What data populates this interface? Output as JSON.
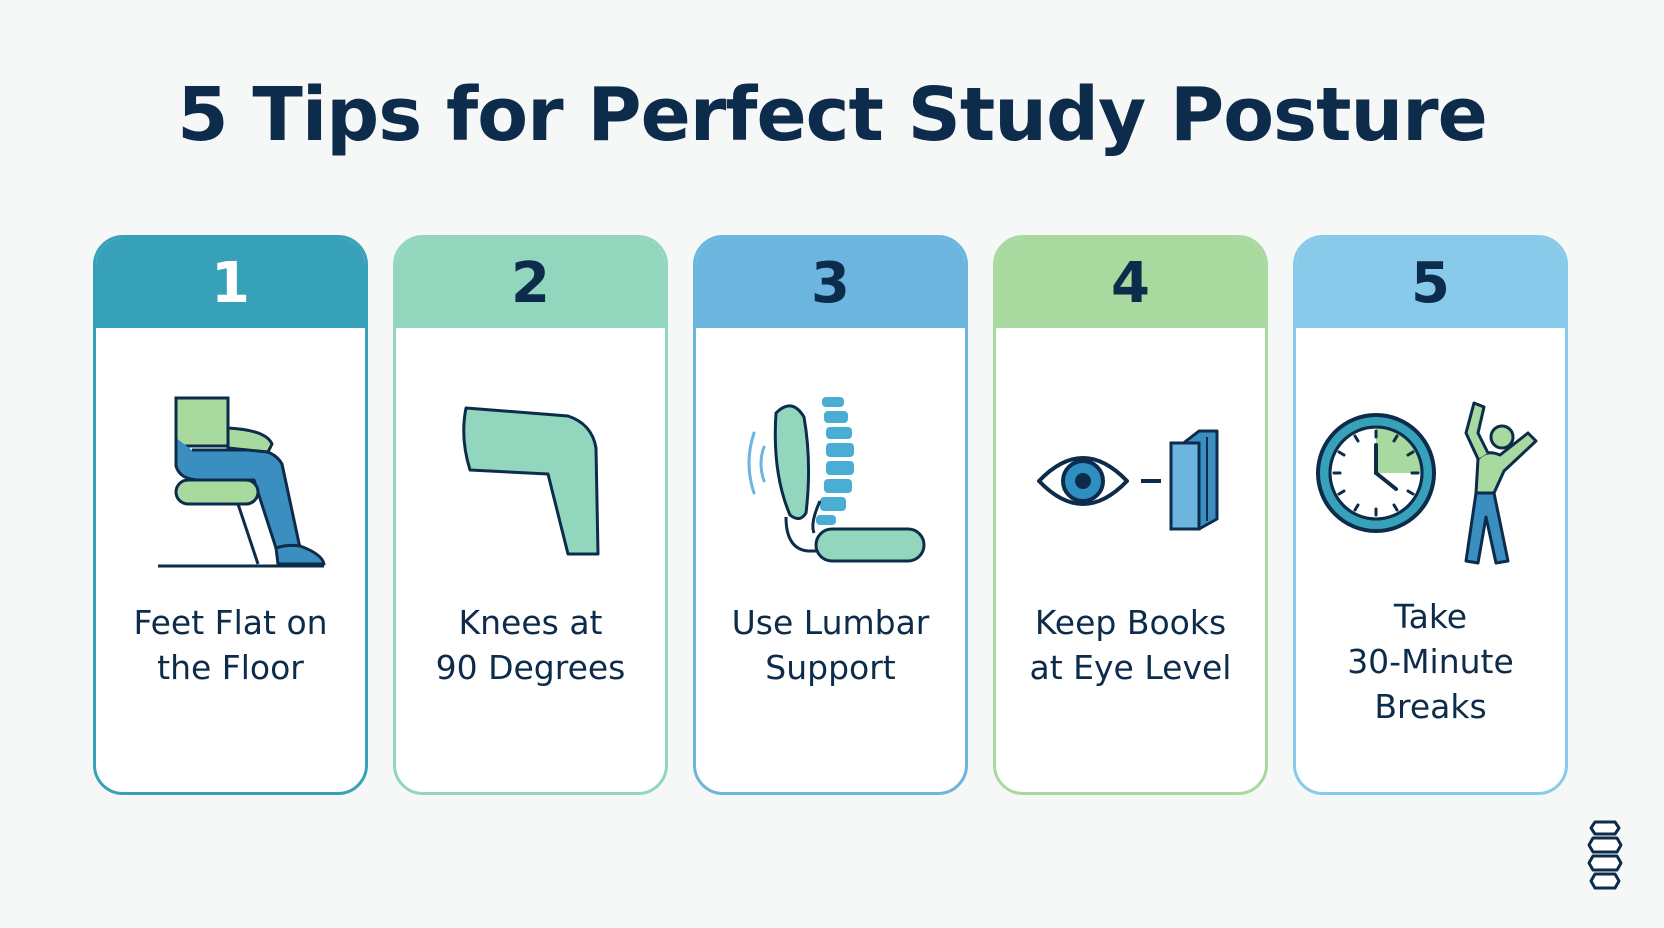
{
  "title": "5 Tips for Perfect Study Posture",
  "colors": {
    "navy": "#0d2b4a",
    "teal": "#36a1b9",
    "mint": "#92d7bd",
    "sky": "#6bb5de",
    "lime": "#a8d99e",
    "light_blue": "#88caea",
    "background": "#f6f7f7"
  },
  "cards": [
    {
      "number": "1",
      "icon": "seated-person-feet-icon",
      "text_line1": "Feet Flat on",
      "text_line2": "the Floor",
      "text_line3": ""
    },
    {
      "number": "2",
      "icon": "bent-knee-icon",
      "text_line1": "Knees at",
      "text_line2": "90 Degrees",
      "text_line3": ""
    },
    {
      "number": "3",
      "icon": "lumbar-support-chair-icon",
      "text_line1": "Use Lumbar",
      "text_line2": "Support",
      "text_line3": ""
    },
    {
      "number": "4",
      "icon": "eye-and-book-icon",
      "text_line1": "Keep Books",
      "text_line2": "at Eye Level",
      "text_line3": ""
    },
    {
      "number": "5",
      "icon": "clock-and-stretch-icon",
      "text_line1": "Take",
      "text_line2": "30-Minute",
      "text_line3": "Breaks"
    }
  ],
  "logo": "spine-logo-icon"
}
